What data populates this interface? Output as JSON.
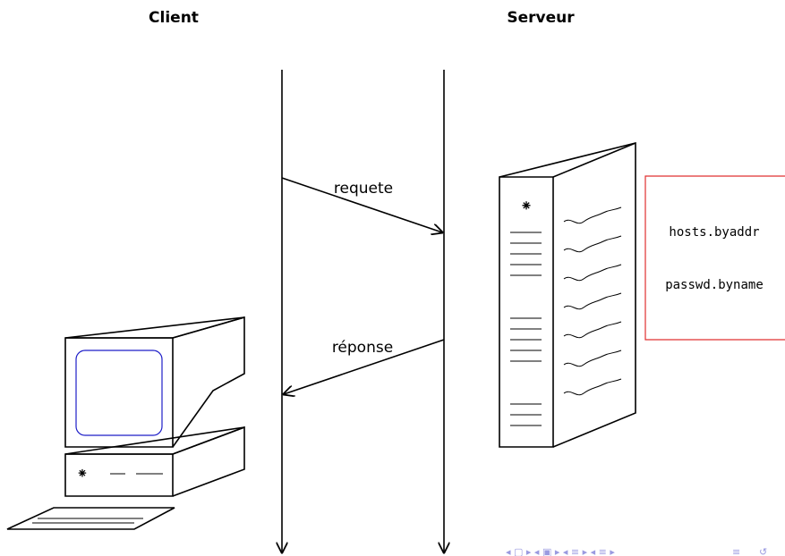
{
  "headers": {
    "client": "Client",
    "server": "Serveur"
  },
  "messages": {
    "request": "requete",
    "response": "réponse"
  },
  "server_files": [
    "hosts.byaddr",
    "passwd.byname"
  ],
  "icons": [
    "computer-icon",
    "server-tower-icon",
    "beamer-navigation-icons"
  ],
  "colors": {
    "box_border": "#e03030",
    "screen": "#1e1ec8",
    "nav": "#9a9ae0"
  }
}
